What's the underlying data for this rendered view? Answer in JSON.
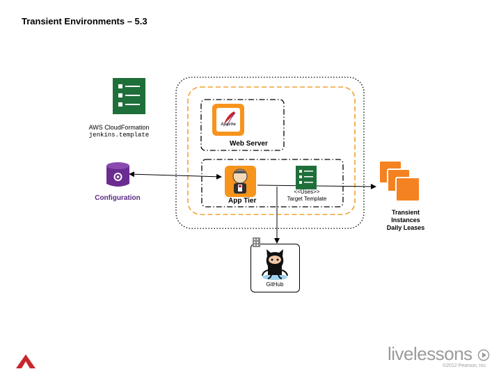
{
  "slide": {
    "title": "Transient Environments – 5.3"
  },
  "diagram": {
    "aws": {
      "name": "AWS CloudFormation",
      "file": "jenkins.template",
      "color": "#1f6f3a"
    },
    "configuration": {
      "label": "Configuration",
      "color": "#6b2c91"
    },
    "web_server": {
      "label": "Web Server",
      "logo_text": "Apache"
    },
    "app_tier": {
      "label": "App Tier"
    },
    "uses": {
      "stereotype": "<<Uses>>",
      "label": "Target Template"
    },
    "transient": {
      "line1": "Transient",
      "line2": "Instances",
      "line3": "Daily Leases",
      "color": "#f58220"
    },
    "github": {
      "label": "GitHub"
    },
    "accent_orange": "#f0a030"
  },
  "branding": {
    "brand_text_a": "live",
    "brand_text_b": "lessons",
    "copyright": "©2012 Pearson, Inc."
  }
}
